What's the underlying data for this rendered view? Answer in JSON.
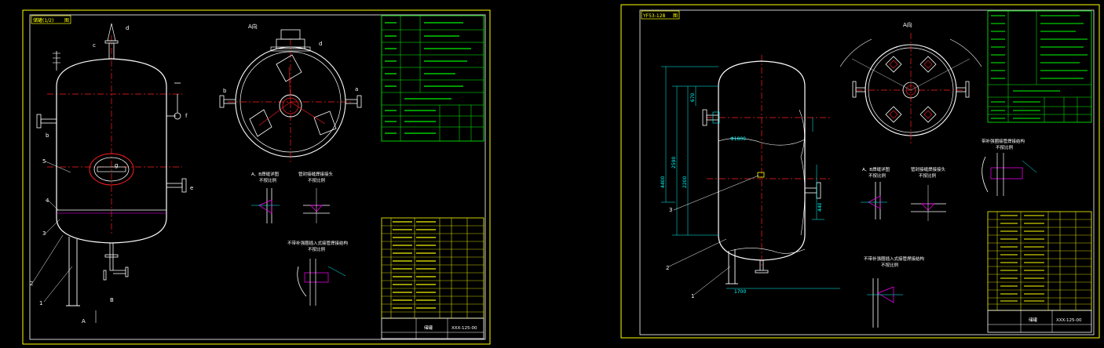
{
  "colors": {
    "background": "#000000",
    "border": "#ffff00",
    "vessel": "#ffffff",
    "centerline": "#ff2020",
    "parts_list": "#ffff00",
    "spec_table": "#00ff00",
    "dimension": "#00ffff",
    "hatch": "#ff00ff"
  },
  "sheet1": {
    "top_tag": "储罐(1/2)",
    "top_tag2": "图",
    "view_label": "A向",
    "nozzle_labels": [
      "c",
      "d",
      "b",
      "e",
      "f",
      "g",
      "a"
    ],
    "callouts": [
      "1",
      "2",
      "3",
      "4",
      "5",
      "B",
      "A"
    ],
    "detail1_title": "A、B焊缝详图",
    "detail1_sub": "不按比例",
    "detail2_title": "管封接缝焊接接头",
    "detail2_sub": "不按比例",
    "detail3_title": "不带补强圈插入式接管焊接结构",
    "detail3_sub": "不按比例",
    "title_name": "储罐",
    "drawing_no": "XXX-125-00"
  },
  "sheet2": {
    "top_tag": "YF53-128",
    "top_tag2": "图",
    "view_label": "A向",
    "dims": [
      "2200",
      "2590",
      "4400",
      "1700",
      "440",
      "670",
      "Φ1800"
    ],
    "callouts": [
      "1",
      "2",
      "3"
    ],
    "detail1_title": "A、B焊缝详图",
    "detail1_sub": "不按比例",
    "detail2_title": "管封接缝焊接接头",
    "detail2_sub": "不按比例",
    "detail3_title": "不带补强圈插入式接管焊接结构",
    "detail3_sub": "不按比例",
    "detail4_title": "带补强圈接管焊接结构",
    "detail4_sub": "不按比例",
    "title_name": "储罐",
    "drawing_no": "XXX-125-00"
  }
}
